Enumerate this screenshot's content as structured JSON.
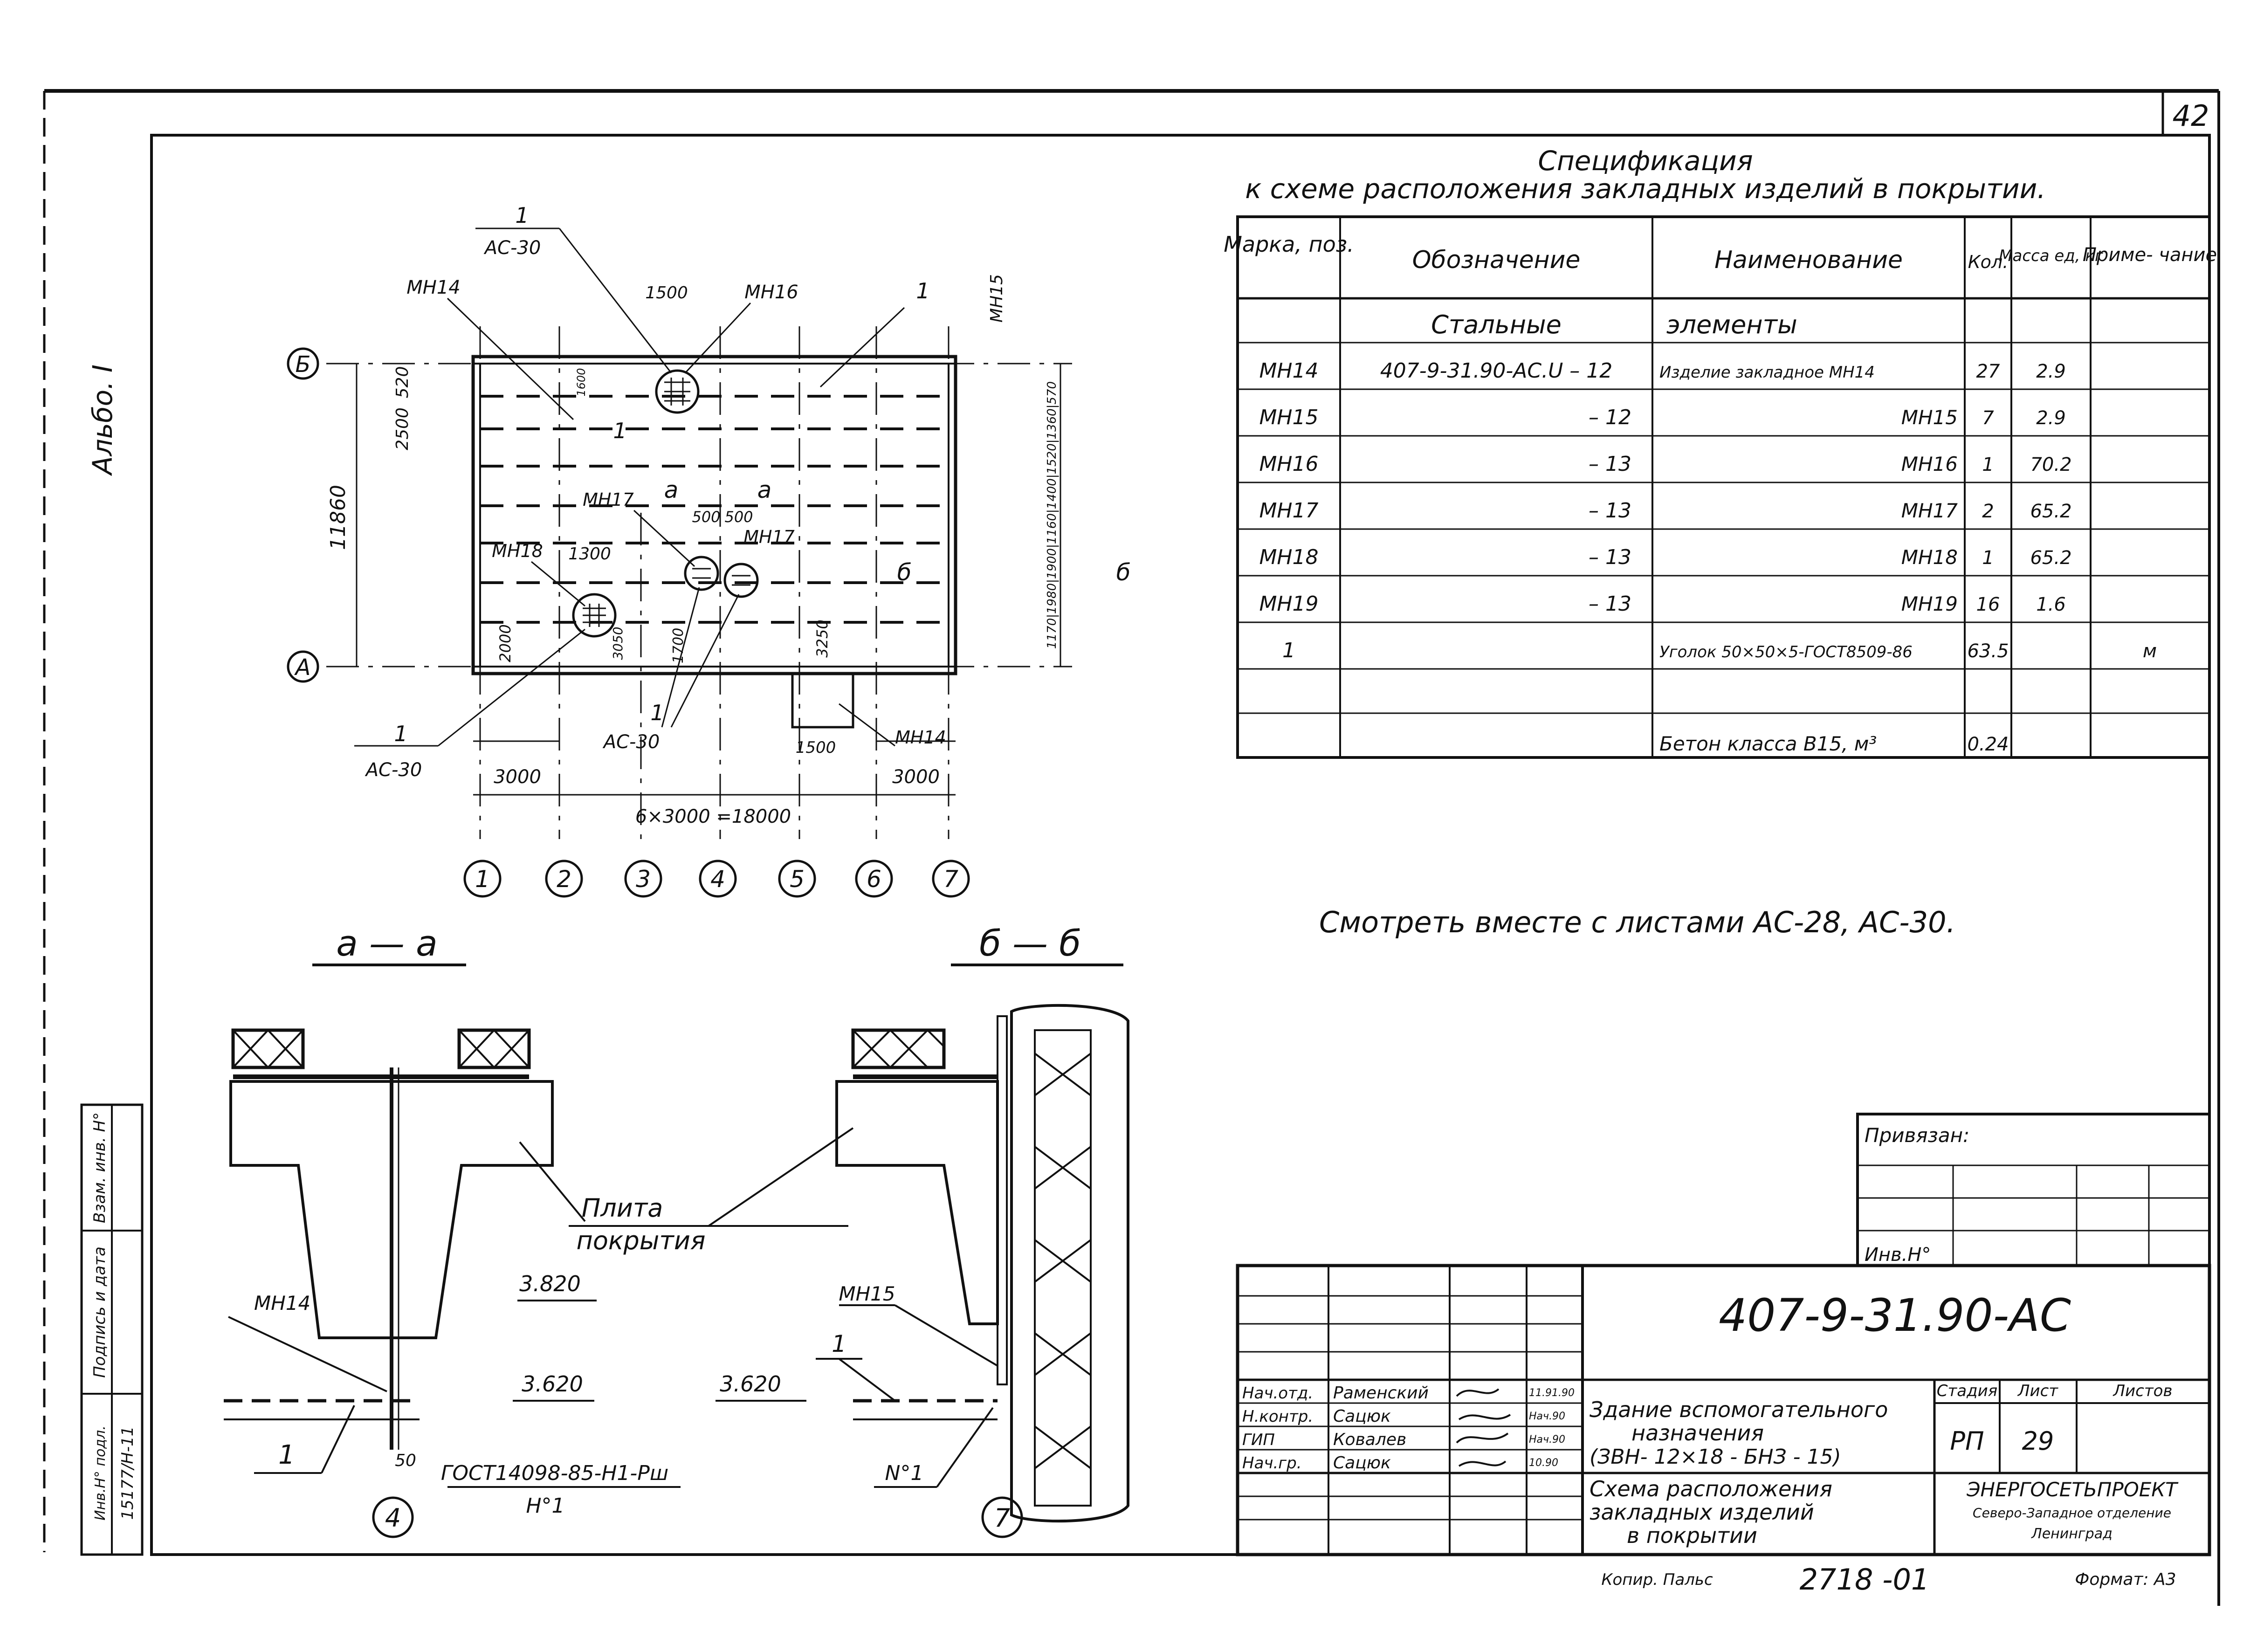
{
  "sheet_number": "42",
  "side_note": "Альбо. I",
  "spec": {
    "title_line1": "Спецификация",
    "title_line2": "к схеме расположения закладных изделий в покрытии.",
    "headers": [
      "Марка, поз.",
      "Обозначение",
      "Наименование",
      "Кол.",
      "Масса ед, кг",
      "Приме- чание"
    ],
    "section_a": "Стальные",
    "section_b": "элементы",
    "rows": [
      {
        "mark": "МН14",
        "designation": "407-9-31.90-АС.U – 12",
        "name": "Изделие закладное МН14",
        "qty": "27",
        "mass": "2.9",
        "note": ""
      },
      {
        "mark": "МН15",
        "designation": "– 12",
        "name": "МН15",
        "qty": "7",
        "mass": "2.9",
        "note": ""
      },
      {
        "mark": "МН16",
        "designation": "– 13",
        "name": "МН16",
        "qty": "1",
        "mass": "70.2",
        "note": ""
      },
      {
        "mark": "МН17",
        "designation": "– 13",
        "name": "МН17",
        "qty": "2",
        "mass": "65.2",
        "note": ""
      },
      {
        "mark": "МН18",
        "designation": "– 13",
        "name": "МН18",
        "qty": "1",
        "mass": "65.2",
        "note": ""
      },
      {
        "mark": "МН19",
        "designation": "– 13",
        "name": "МН19",
        "qty": "16",
        "mass": "1.6",
        "note": ""
      },
      {
        "mark": "1",
        "designation": "",
        "name": "Уголок 50×50×5-ГОСТ8509-86",
        "qty": "63.5",
        "mass": "",
        "note": "м"
      },
      {
        "mark": "",
        "designation": "",
        "name": "",
        "qty": "",
        "mass": "",
        "note": ""
      },
      {
        "mark": "",
        "designation": "",
        "name": "Бетон класса В15, м³",
        "qty": "0.24",
        "mass": "",
        "note": ""
      }
    ]
  },
  "note": "Смотреть вместе с листами АС-28, АС-30.",
  "plan": {
    "axis_rows": [
      "Б",
      "А"
    ],
    "axis_cols": [
      "1",
      "2",
      "3",
      "4",
      "5",
      "6",
      "7"
    ],
    "dim_total_h": "11860",
    "dim_bay": "3000",
    "dim_total_w": "6×3000 =18000",
    "dim_1500_top": "1500",
    "dim_1500_bot": "1500",
    "dim_2500": "2500",
    "dim_520": "520",
    "dim_1300": "1300",
    "dim_2000": "2000",
    "dim_500a": "500",
    "dim_500b": "500",
    "dim_3250": "3250",
    "dim_1700": "1700",
    "dim_3050": "3050",
    "dim_1600": "1600",
    "dim_right_stack": "1170|1980|1900|1160|1400|1520|1360|570",
    "ref_ac30": "АС-30",
    "ref_1": "1",
    "marks": {
      "mh14": "МН14",
      "mh15": "МН15",
      "mh16": "МН16",
      "mh17": "МН17",
      "mh18": "МН18"
    },
    "cut_a": "а",
    "cut_b": "б"
  },
  "section_aa": {
    "title": "а — а",
    "label_plate1": "Плита",
    "label_plate2": "покрытия",
    "mark": "МН14",
    "elev_top": "3.820",
    "elev_bot": "3.620",
    "pos": "1",
    "dim": "50",
    "gost": "ГОСТ14098-85-Н1-Рш",
    "gost_sub": "Н°1",
    "axis": "4"
  },
  "section_bb": {
    "title": "б — б",
    "mark": "МН15",
    "elev": "3.620",
    "pos": "1",
    "n": "N°1",
    "axis": "7"
  },
  "stamp": {
    "privyazan": "Привязан:",
    "inv": "Инв.Н°",
    "code": "407-9-31.90-АС",
    "roles": [
      "Нач.отд.",
      "Н.контр.",
      "ГИП",
      "Нач.гр."
    ],
    "names": [
      "Раменский",
      "Сацюк",
      "Ковалев",
      "Сацюк"
    ],
    "dates": [
      "11.91.90",
      "Нач.90",
      "Нач.90",
      "10.90"
    ],
    "building_l1": "Здание вспомогательного",
    "building_l2": "назначения",
    "building_l3": "(ЗВН- 12×18 - БНЗ - 15)",
    "sheet_l1": "Схема расположения",
    "sheet_l2": "закладных изделий",
    "sheet_l3": "в покрытии",
    "stage_h": "Стадия",
    "list_h": "Лист",
    "lists_h": "Листов",
    "stage": "РП",
    "list": "29",
    "org_l1": "ЭНЕРГОСЕТЬПРОЕКТ",
    "org_l2": "Северо-Западное отделение",
    "org_l3": "Ленинград"
  },
  "footer": {
    "copied": "Копир. Пальс",
    "number": "2718 -01",
    "format": "Формат: А3"
  },
  "left_strip": {
    "inv_podl": "Инв.Н° подл.",
    "podp": "Подпись и дата",
    "vzam": "Взам. инв. Н°",
    "inv_num": "15177/Н-11"
  }
}
